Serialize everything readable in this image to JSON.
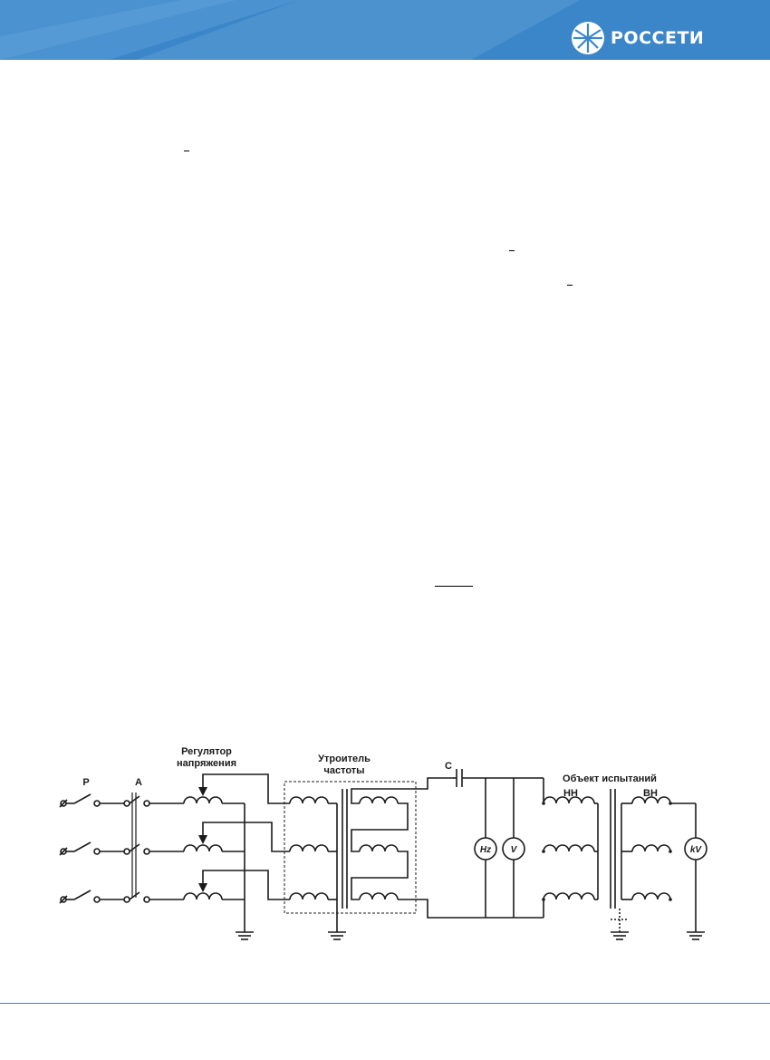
{
  "header": {
    "logo_text": "РОССЕТИ",
    "color": "#3b86c8"
  },
  "diagram": {
    "labels": {
      "switch_p": "Р",
      "switch_a": "А",
      "regulator_line1": "Регулятор",
      "regulator_line2": "напряжения",
      "freq_line1": "Утроитель",
      "freq_line2": "частоты",
      "capacitor": "C",
      "object": "Объект испытаний",
      "lv": "НН",
      "hv": "ВН",
      "hz_meter": "Hz",
      "v_meter": "V",
      "kv_meter": "kV"
    }
  }
}
